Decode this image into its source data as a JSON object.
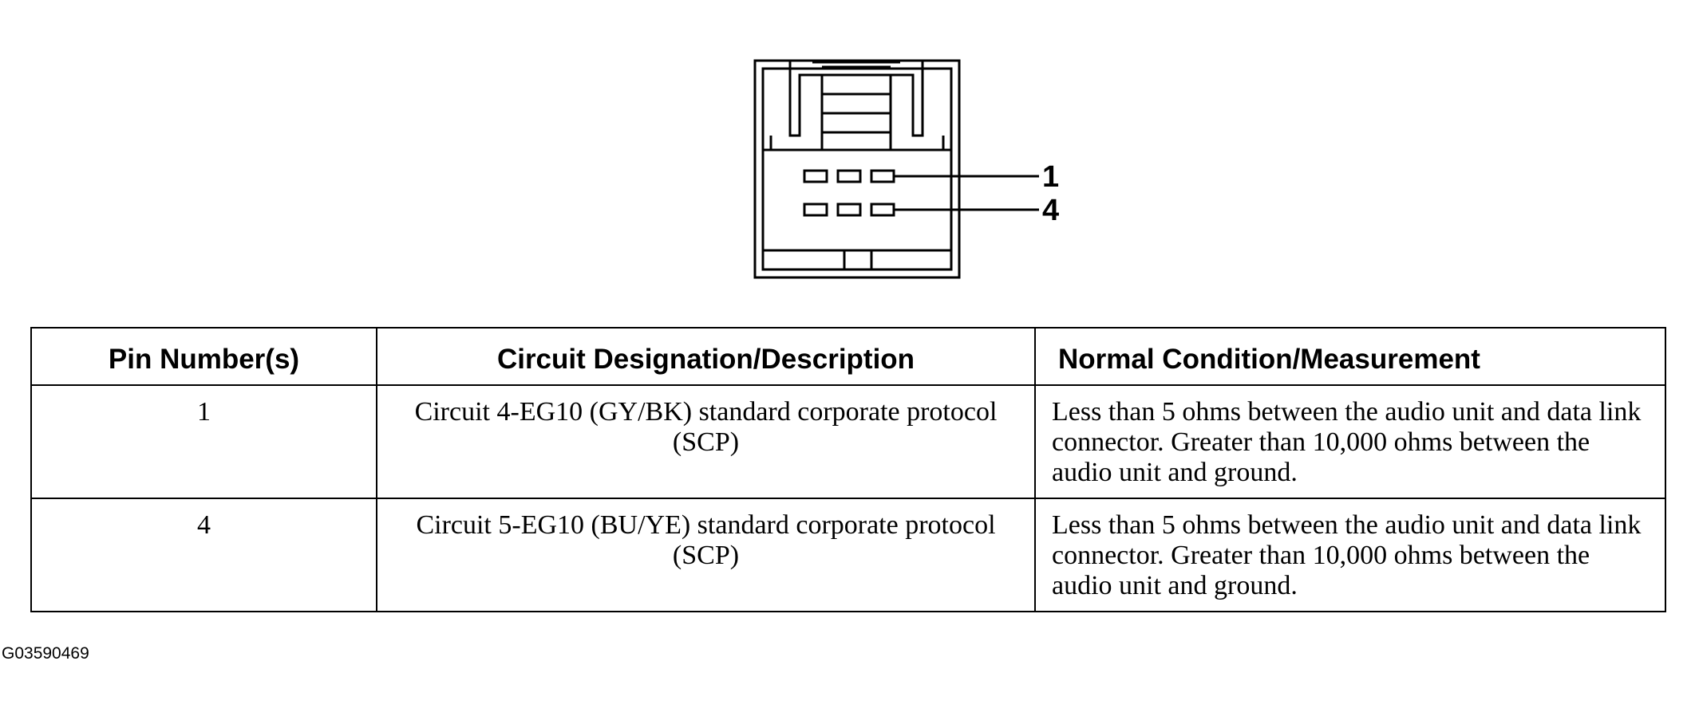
{
  "connector": {
    "callouts": [
      {
        "label": "1"
      },
      {
        "label": "4"
      }
    ]
  },
  "table": {
    "headers": {
      "pin": "Pin Number(s)",
      "circuit": "Circuit Designation/Description",
      "condition": "Normal Condition/Measurement"
    },
    "rows": [
      {
        "pin": "1",
        "circuit": "Circuit 4-EG10 (GY/BK) standard corporate protocol (SCP)",
        "condition": "Less than 5 ohms between the audio unit and data link connector. Greater than 10,000 ohms between the audio unit and ground."
      },
      {
        "pin": "4",
        "circuit": "Circuit 5-EG10 (BU/YE) standard corporate protocol (SCP)",
        "condition": "Less than 5 ohms between the audio unit and data link connector. Greater than 10,000 ohms between the audio unit and ground."
      }
    ]
  },
  "figure_id": "G03590469"
}
